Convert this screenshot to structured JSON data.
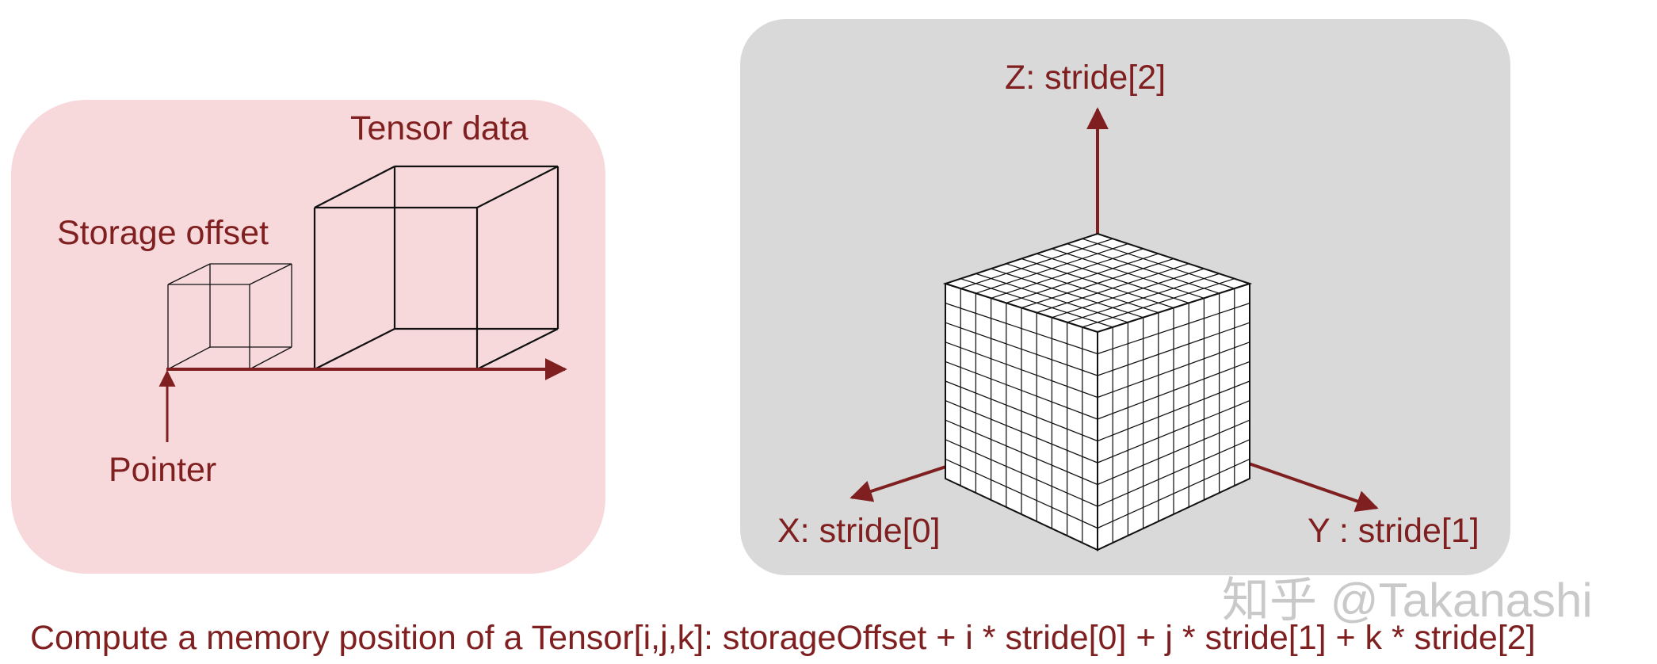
{
  "left_panel": {
    "tensor_data_label": "Tensor data",
    "storage_offset_label": "Storage offset",
    "pointer_label": "Pointer",
    "background_color": "#f7d9dc"
  },
  "right_panel": {
    "z_label": "Z: stride[2]",
    "x_label": "X: stride[0]",
    "y_label": "Y : stride[1]",
    "background_color": "#d9d9d9",
    "grid_cells_per_edge": 10
  },
  "formula": "Compute a memory position of a Tensor[i,j,k]: storageOffset + i * stride[0] + j * stride[1] + k * stride[2]",
  "watermark": "知乎 @Takanashi",
  "colors": {
    "accent": "#7f1f1f",
    "line": "#111111"
  }
}
